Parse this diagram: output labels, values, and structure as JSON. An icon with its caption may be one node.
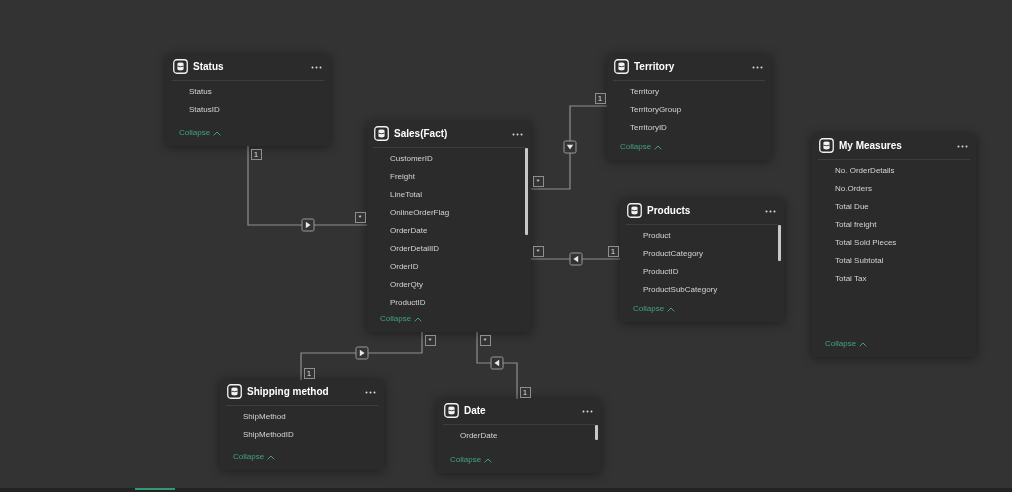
{
  "diagram": {
    "nodes": [
      {
        "text": [
          "Status",
          "Status",
          "StatusID",
          "Collapse"
        ]
      },
      {
        "text": [
          "Territory",
          "Territory",
          "TerritoryGroup",
          "TerritoryID",
          "Collapse"
        ]
      },
      {
        "text": [
          "Sales(Fact)",
          "CustomerID",
          "Freight",
          "LineTotal",
          "OnlineOrderFlag",
          "OrderDate",
          "OrderDetailID",
          "OrderID",
          "OrderQty",
          "ProductID",
          "Collapse"
        ]
      },
      {
        "text": [
          "My Measures",
          "No. OrderDetails",
          "No.Orders",
          "Total Due",
          "Total freight",
          "Total Sold Pieces",
          "Total Subtotal",
          "Total Tax",
          "Collapse"
        ]
      },
      {
        "text": [
          "Products",
          "Product",
          "ProductCategory",
          "ProductID",
          "ProductSubCategory",
          "Collapse"
        ]
      },
      {
        "text": [
          "Shipping method",
          "ShipMethod",
          "ShipMethodID",
          "Collapse"
        ]
      },
      {
        "text": [
          "Date",
          "OrderDate",
          "Collapse"
        ]
      }
    ],
    "edges": [
      {
        "from": 0,
        "to": 2,
        "arrow": "to"
      },
      {
        "from": 1,
        "to": 2,
        "arrow": "to"
      },
      {
        "from": 4,
        "to": 2,
        "arrow": "to"
      },
      {
        "from": 5,
        "to": 2,
        "arrow": "to"
      },
      {
        "from": 6,
        "to": 2,
        "arrow": "to"
      }
    ],
    "labels": [
      "1",
      "1",
      "*",
      "*",
      "*",
      "1",
      "*",
      "*",
      "1",
      "1"
    ]
  }
}
